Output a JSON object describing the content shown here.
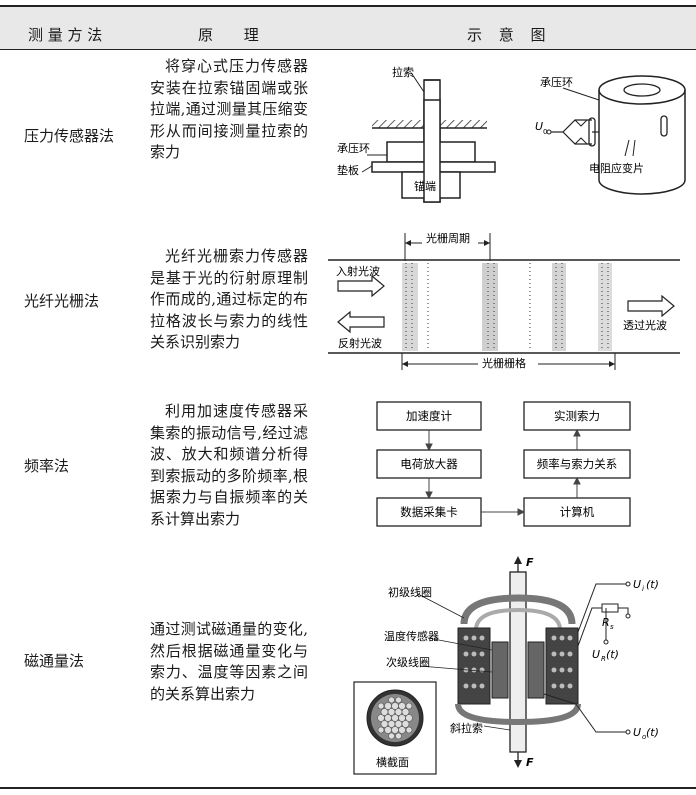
{
  "header": {
    "col_method": "测 量 方 法",
    "col_principle": "原 理",
    "col_figure": "示 意 图"
  },
  "rows": [
    {
      "method": "压力传感器法",
      "principle": "将穿心式压力传感器安装在拉索锚固端或张拉端,通过测量其压缩变形从而间接测量拉索的索力",
      "figure": {
        "labels": [
          "拉索",
          "承压环",
          "垫板",
          "锚端",
          "承压环",
          "U",
          "0",
          "电阻应变片"
        ]
      }
    },
    {
      "method": "光纤光栅法",
      "principle": "光纤光栅索力传感器是基于光的衍射原理制作而成的,通过标定的布拉格波长与索力的线性关系识别索力",
      "figure": {
        "labels": [
          "光栅周期",
          "入射光波",
          "反射光波",
          "透过光波",
          "光栅栅格"
        ]
      }
    },
    {
      "method": "频率法",
      "principle": "利用加速度传感器采集索的振动信号,经过滤波、放大和频谱分析得到索振动的多阶频率,根据索力与自振频率的关系计算出索力",
      "figure": {
        "boxes": [
          "加速度计",
          "电荷放大器",
          "数据采集卡",
          "实测索力",
          "频率与索力关系",
          "计算机"
        ]
      }
    },
    {
      "method": "磁通量法",
      "principle": "通过测试磁通量的变化,然后根据磁通量变化与索力、温度等因素之间的关系算出索力",
      "figure": {
        "labels": [
          "F",
          "初级线圈",
          "温度传感器",
          "次级线圈",
          "斜拉索",
          "横截面",
          "F",
          "U",
          "i",
          "(t)",
          "R",
          "s",
          "U",
          "R",
          "(t)",
          "U",
          "o",
          "(t)"
        ]
      }
    }
  ]
}
